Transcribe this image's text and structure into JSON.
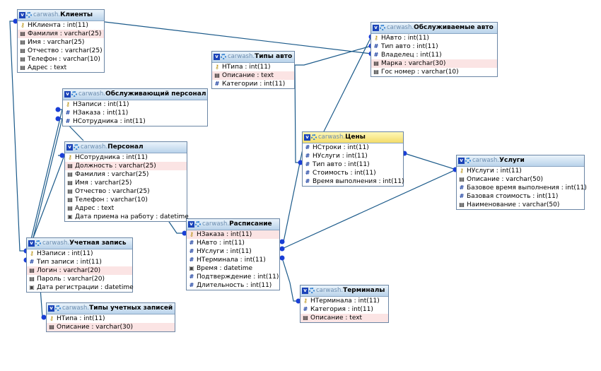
{
  "schema": "carwash",
  "tables": [
    {
      "id": "clients",
      "name": "Клиенты",
      "highlight": false,
      "rows": [
        {
          "icon": "key",
          "text": "НКлиента : int(11)",
          "pink": false
        },
        {
          "icon": "text",
          "text": "Фамилия : varchar(25)",
          "pink": true
        },
        {
          "icon": "text",
          "text": "Имя : varchar(25)",
          "pink": false
        },
        {
          "icon": "text",
          "text": "Отчество : varchar(25)",
          "pink": false
        },
        {
          "icon": "text",
          "text": "Телефон : varchar(10)",
          "pink": false
        },
        {
          "icon": "text",
          "text": "Адрес : text",
          "pink": false
        }
      ]
    },
    {
      "id": "served_cars",
      "name": "Обслуживаемые авто",
      "highlight": false,
      "rows": [
        {
          "icon": "key",
          "text": "НАвто : int(11)",
          "pink": false
        },
        {
          "icon": "hash",
          "text": "Тип авто : int(11)",
          "pink": false
        },
        {
          "icon": "hash",
          "text": "Владелец : int(11)",
          "pink": false
        },
        {
          "icon": "text",
          "text": "Марка : varchar(30)",
          "pink": true
        },
        {
          "icon": "text",
          "text": "Гос номер : varchar(10)",
          "pink": false
        }
      ]
    },
    {
      "id": "car_types",
      "name": "Типы авто",
      "highlight": false,
      "rows": [
        {
          "icon": "key",
          "text": "НТипа : int(11)",
          "pink": false
        },
        {
          "icon": "text",
          "text": "Описание : text",
          "pink": true
        },
        {
          "icon": "hash",
          "text": "Категории : int(11)",
          "pink": false
        }
      ]
    },
    {
      "id": "service_staff",
      "name": "Обслуживающий персонал",
      "highlight": false,
      "rows": [
        {
          "icon": "key",
          "text": "НЗаписи : int(11)",
          "pink": false
        },
        {
          "icon": "hash",
          "text": "НЗаказа : int(11)",
          "pink": false
        },
        {
          "icon": "hash",
          "text": "НСотрудника : int(11)",
          "pink": false
        }
      ]
    },
    {
      "id": "staff",
      "name": "Персонал",
      "highlight": false,
      "rows": [
        {
          "icon": "key",
          "text": "НСотрудника : int(11)",
          "pink": false
        },
        {
          "icon": "text",
          "text": "Должность : varchar(25)",
          "pink": true
        },
        {
          "icon": "text",
          "text": "Фамилия : varchar(25)",
          "pink": false
        },
        {
          "icon": "text",
          "text": "Имя : varchar(25)",
          "pink": false
        },
        {
          "icon": "text",
          "text": "Отчество : varchar(25)",
          "pink": false
        },
        {
          "icon": "text",
          "text": "Телефон : varchar(10)",
          "pink": false
        },
        {
          "icon": "text",
          "text": "Адрес : text",
          "pink": false
        },
        {
          "icon": "date",
          "text": "Дата приема на работу : datetime",
          "pink": false
        }
      ]
    },
    {
      "id": "prices",
      "name": "Цены",
      "highlight": true,
      "rows": [
        {
          "icon": "hash",
          "text": "НСтроки : int(11)",
          "pink": false
        },
        {
          "icon": "hash",
          "text": "НУслуги : int(11)",
          "pink": false
        },
        {
          "icon": "hash",
          "text": "Тип авто : int(11)",
          "pink": false
        },
        {
          "icon": "hash",
          "text": "Стоимость : int(11)",
          "pink": false
        },
        {
          "icon": "hash",
          "text": "Время выполнения : int(11)",
          "pink": false
        }
      ]
    },
    {
      "id": "services",
      "name": "Услуги",
      "highlight": false,
      "rows": [
        {
          "icon": "key",
          "text": "НУслуги : int(11)",
          "pink": false
        },
        {
          "icon": "text",
          "text": "Описание : varchar(50)",
          "pink": false
        },
        {
          "icon": "hash",
          "text": "Базовое время выполнения : int(11)",
          "pink": false
        },
        {
          "icon": "hash",
          "text": "Базовая стоимость : int(11)",
          "pink": false
        },
        {
          "icon": "text",
          "text": "Наименование : varchar(50)",
          "pink": false
        }
      ]
    },
    {
      "id": "schedule",
      "name": "Расписание",
      "highlight": false,
      "rows": [
        {
          "icon": "key",
          "text": "НЗаказа : int(11)",
          "pink": true
        },
        {
          "icon": "hash",
          "text": "НАвто : int(11)",
          "pink": false
        },
        {
          "icon": "hash",
          "text": "НУслуги : int(11)",
          "pink": false
        },
        {
          "icon": "hash",
          "text": "НТерминала : int(11)",
          "pink": false
        },
        {
          "icon": "date",
          "text": "Время : datetime",
          "pink": false
        },
        {
          "icon": "hash",
          "text": "Подтверждение : int(11)",
          "pink": false
        },
        {
          "icon": "hash",
          "text": "Длительность : int(11)",
          "pink": false
        }
      ]
    },
    {
      "id": "accounts",
      "name": "Учетная запись",
      "highlight": false,
      "rows": [
        {
          "icon": "key",
          "text": "НЗаписи : int(11)",
          "pink": false
        },
        {
          "icon": "hash",
          "text": "Тип записи : int(11)",
          "pink": false
        },
        {
          "icon": "text",
          "text": "Логин : varchar(20)",
          "pink": true
        },
        {
          "icon": "text",
          "text": "Пароль : varchar(20)",
          "pink": false
        },
        {
          "icon": "date",
          "text": "Дата регистрации : datetime",
          "pink": false
        }
      ]
    },
    {
      "id": "account_types",
      "name": "Типы учетных записей",
      "highlight": false,
      "rows": [
        {
          "icon": "key",
          "text": "НТипа : int(11)",
          "pink": false
        },
        {
          "icon": "text",
          "text": "Описание : varchar(30)",
          "pink": true
        }
      ]
    },
    {
      "id": "terminals",
      "name": "Терминалы",
      "highlight": false,
      "rows": [
        {
          "icon": "key",
          "text": "НТерминала : int(11)",
          "pink": false
        },
        {
          "icon": "hash",
          "text": "Категория : int(11)",
          "pink": false
        },
        {
          "icon": "text",
          "text": "Описание : text",
          "pink": true
        }
      ]
    }
  ],
  "colors": {
    "link": "#1b5a8a",
    "connector": "#1a3fd6",
    "header_default": "#b9d3ea",
    "header_highlight": "#f3dc6a",
    "pink_row": "#fbe4e4"
  }
}
